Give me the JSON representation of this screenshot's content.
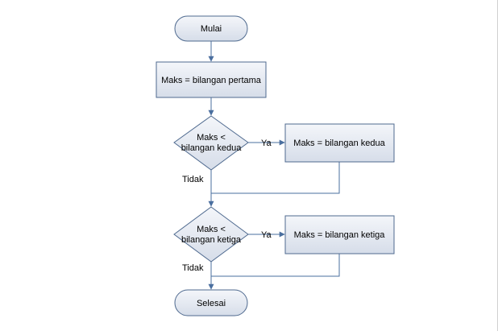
{
  "diagram": {
    "colors": {
      "fill_top": "#f4f6fa",
      "fill_bottom": "#d6dde9",
      "stroke": "#4f6a8f",
      "line": "#4a6f9f",
      "text": "#000000"
    },
    "nodes": {
      "start": {
        "label": "Mulai",
        "shape": "terminator"
      },
      "assign_first": {
        "label": "Maks = bilangan pertama",
        "shape": "process"
      },
      "decision_second": {
        "line1": "Maks <",
        "line2": "bilangan kedua",
        "shape": "decision"
      },
      "assign_second": {
        "label": "Maks = bilangan kedua",
        "shape": "process"
      },
      "decision_third": {
        "line1": "Maks <",
        "line2": "bilangan ketiga",
        "shape": "decision"
      },
      "assign_third": {
        "label": "Maks = bilangan ketiga",
        "shape": "process"
      },
      "end": {
        "label": "Selesai",
        "shape": "terminator"
      }
    },
    "edge_labels": {
      "yes_1": "Ya",
      "no_1": "Tidak",
      "yes_2": "Ya",
      "no_2": "Tidak"
    }
  }
}
